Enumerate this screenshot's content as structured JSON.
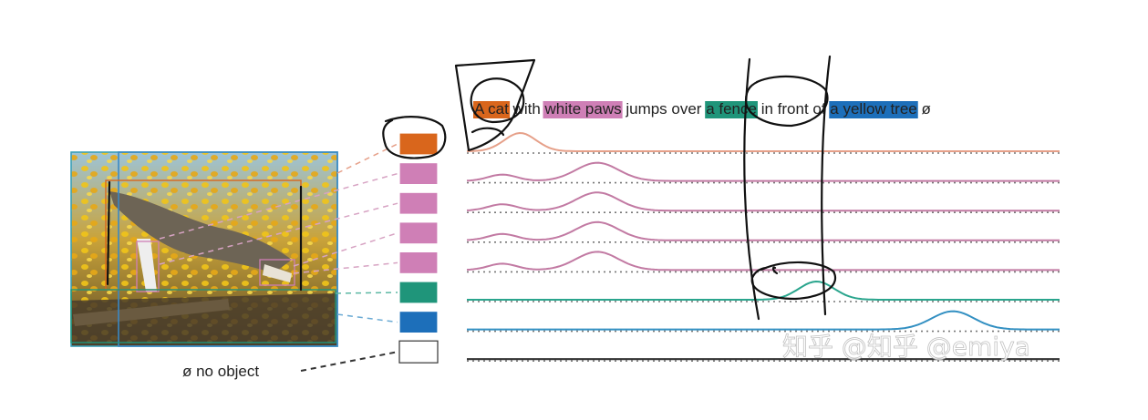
{
  "colors": {
    "orange": "#d9661c",
    "pink": "#cf7fb6",
    "teal": "#1f957a",
    "blue": "#1d6fba",
    "none": "#ffffff",
    "curve_orange": "#e6a089",
    "curve_pink": "#c27aa3",
    "curve_teal": "#2aa58d",
    "curve_blue": "#3390c2",
    "curve_none": "#333333",
    "ink": "#111111"
  },
  "caption": {
    "segments": [
      {
        "text": "A cat",
        "highlight": "orange"
      },
      {
        "text": " with ",
        "highlight": ""
      },
      {
        "text": "white paws",
        "highlight": "pink"
      },
      {
        "text": " jumps over ",
        "highlight": ""
      },
      {
        "text": "a fence",
        "highlight": "teal"
      },
      {
        "text": " in front of ",
        "highlight": ""
      },
      {
        "text": "a yellow tree",
        "highlight": "blue"
      },
      {
        "text": " ø",
        "highlight": ""
      }
    ]
  },
  "no_object_label": "ø no object",
  "watermark": "知乎 @知乎 @emiya",
  "query_boxes": [
    "orange",
    "pink",
    "pink",
    "pink",
    "pink",
    "teal",
    "blue",
    "none"
  ],
  "alignment_curves": [
    {
      "color": "curve_orange",
      "peaks": [
        {
          "center": 0.09,
          "height": 1.0,
          "width": 0.045
        }
      ]
    },
    {
      "color": "curve_pink",
      "peaks": [
        {
          "center": 0.22,
          "height": 1.0,
          "width": 0.06
        },
        {
          "center": 0.06,
          "height": 0.35,
          "width": 0.04
        }
      ]
    },
    {
      "color": "curve_pink",
      "peaks": [
        {
          "center": 0.22,
          "height": 1.0,
          "width": 0.06
        },
        {
          "center": 0.06,
          "height": 0.35,
          "width": 0.04
        }
      ]
    },
    {
      "color": "curve_pink",
      "peaks": [
        {
          "center": 0.22,
          "height": 1.0,
          "width": 0.06
        },
        {
          "center": 0.06,
          "height": 0.35,
          "width": 0.04
        }
      ]
    },
    {
      "color": "curve_pink",
      "peaks": [
        {
          "center": 0.22,
          "height": 1.0,
          "width": 0.06
        },
        {
          "center": 0.06,
          "height": 0.35,
          "width": 0.04
        }
      ]
    },
    {
      "color": "curve_teal",
      "peaks": [
        {
          "center": 0.59,
          "height": 1.0,
          "width": 0.05
        }
      ]
    },
    {
      "color": "curve_blue",
      "peaks": [
        {
          "center": 0.82,
          "height": 1.0,
          "width": 0.06
        }
      ]
    },
    {
      "color": "curve_none",
      "peaks": []
    }
  ]
}
